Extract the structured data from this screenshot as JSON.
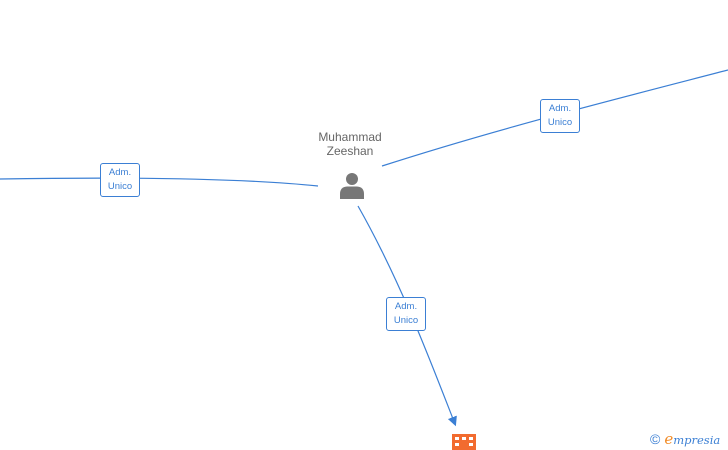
{
  "person": {
    "name_line1": "Muhammad",
    "name_line2": "Zeeshan",
    "icon": "person-icon"
  },
  "edges": [
    {
      "id": "left",
      "label_line1": "Adm.",
      "label_line2": "Unico"
    },
    {
      "id": "upper-right",
      "label_line1": "Adm.",
      "label_line2": "Unico"
    },
    {
      "id": "down",
      "label_line1": "Adm.",
      "label_line2": "Unico"
    }
  ],
  "company": {
    "icon": "building-icon"
  },
  "watermark": {
    "symbol": "©",
    "brand_initial": "e",
    "brand_rest": "mpresia"
  },
  "colors": {
    "edge": "#3b7fd4",
    "person": "#777777",
    "company": "#f26b2f",
    "brand_accent": "#f28c28"
  }
}
